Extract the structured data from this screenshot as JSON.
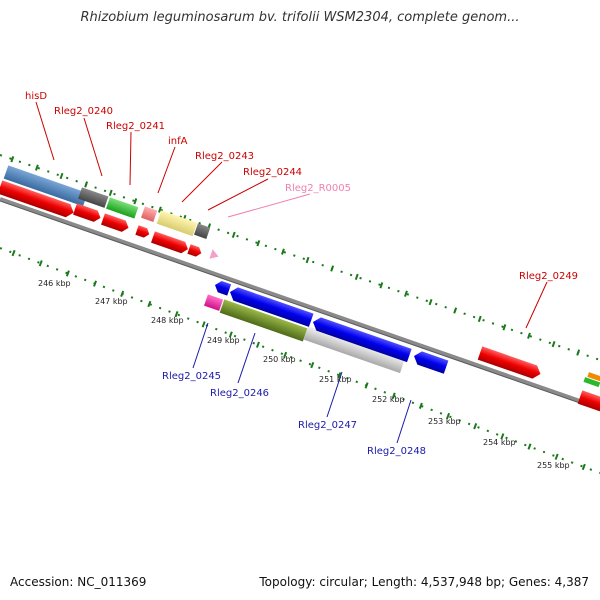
{
  "title": "Rhizobium leguminosarum bv. trifolii WSM2304, complete genom...",
  "accession": "Accession: NC_011369",
  "topology": "Topology: circular; Length: 4,537,948 bp; Genes: 4,387",
  "colors": {
    "label_top": "#cc0000",
    "label_rna": "#f080b0",
    "label_bottom": "#1a1aaa",
    "tick_green": "#1a7a1a",
    "backbone": "#8a8a8a"
  },
  "ticks": [
    "246 kbp",
    "247 kbp",
    "248 kbp",
    "249 kbp",
    "250 kbp",
    "251 kbp",
    "252 kbp",
    "253 kbp",
    "254 kbp",
    "255 kbp"
  ],
  "labels_top": [
    "hisD",
    "Rleg2_0240",
    "Rleg2_0241",
    "infA",
    "Rleg2_0243",
    "Rleg2_0244",
    "Rleg2_R0005",
    "Rleg2_0249"
  ],
  "labels_bottom": [
    "Rleg2_0245",
    "Rleg2_0246",
    "Rleg2_0247",
    "Rleg2_0248"
  ]
}
